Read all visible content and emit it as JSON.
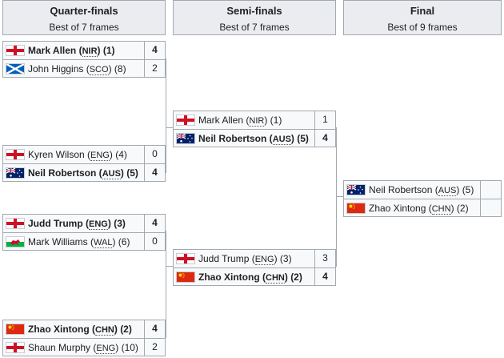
{
  "headers": [
    {
      "title": "Quarter-finals",
      "subtitle": "Best of 7 frames"
    },
    {
      "title": "Semi-finals",
      "subtitle": "Best of 7 frames"
    },
    {
      "title": "Final",
      "subtitle": "Best of 9 frames"
    }
  ],
  "quarterfinals": [
    {
      "p1": {
        "name": "Mark Allen",
        "code": "NIR",
        "seed": "(1)",
        "score": "4",
        "flag": "england-flag",
        "winner": true
      },
      "p2": {
        "name": "John Higgins",
        "code": "SCO",
        "seed": "(8)",
        "score": "2",
        "flag": "scotland-flag",
        "winner": false
      }
    },
    {
      "p1": {
        "name": "Kyren Wilson",
        "code": "ENG",
        "seed": "(4)",
        "score": "0",
        "flag": "england-flag",
        "winner": false
      },
      "p2": {
        "name": "Neil Robertson",
        "code": "AUS",
        "seed": "(5)",
        "score": "4",
        "flag": "australia-flag",
        "winner": true
      }
    },
    {
      "p1": {
        "name": "Judd Trump",
        "code": "ENG",
        "seed": "(3)",
        "score": "4",
        "flag": "england-flag",
        "winner": true
      },
      "p2": {
        "name": "Mark Williams",
        "code": "WAL",
        "seed": "(6)",
        "score": "0",
        "flag": "wales-flag",
        "winner": false
      }
    },
    {
      "p1": {
        "name": "Zhao Xintong",
        "code": "CHN",
        "seed": "(2)",
        "score": "4",
        "flag": "china-flag",
        "winner": true
      },
      "p2": {
        "name": "Shaun Murphy",
        "code": "ENG",
        "seed": "(10)",
        "score": "2",
        "flag": "england-flag",
        "winner": false
      }
    }
  ],
  "semifinals": [
    {
      "p1": {
        "name": "Mark Allen",
        "code": "NIR",
        "seed": "(1)",
        "score": "1",
        "flag": "england-flag",
        "winner": false
      },
      "p2": {
        "name": "Neil Robertson",
        "code": "AUS",
        "seed": "(5)",
        "score": "4",
        "flag": "australia-flag",
        "winner": true
      }
    },
    {
      "p1": {
        "name": "Judd Trump",
        "code": "ENG",
        "seed": "(3)",
        "score": "3",
        "flag": "england-flag",
        "winner": false
      },
      "p2": {
        "name": "Zhao Xintong",
        "code": "CHN",
        "seed": "(2)",
        "score": "4",
        "flag": "china-flag",
        "winner": true
      }
    }
  ],
  "final": [
    {
      "p1": {
        "name": "Neil Robertson",
        "code": "AUS",
        "seed": "(5)",
        "score": "",
        "flag": "australia-flag",
        "winner": false
      },
      "p2": {
        "name": "Zhao Xintong",
        "code": "CHN",
        "seed": "(2)",
        "score": "",
        "flag": "china-flag",
        "winner": false
      }
    }
  ]
}
